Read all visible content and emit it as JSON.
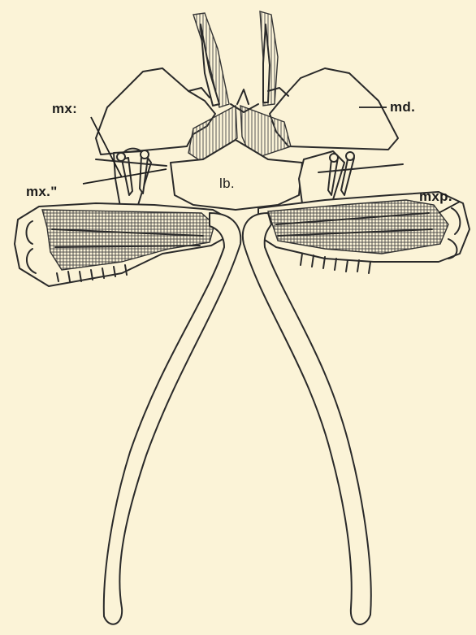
{
  "labels": {
    "maxilla_first": "mx:",
    "maxilla_second": "mx.\"",
    "mandible": "md.",
    "labium": "lb.",
    "maxilliped": "mxp."
  },
  "colors": {
    "paper": "#fbf3d7",
    "ink": "#2a2a2a"
  }
}
